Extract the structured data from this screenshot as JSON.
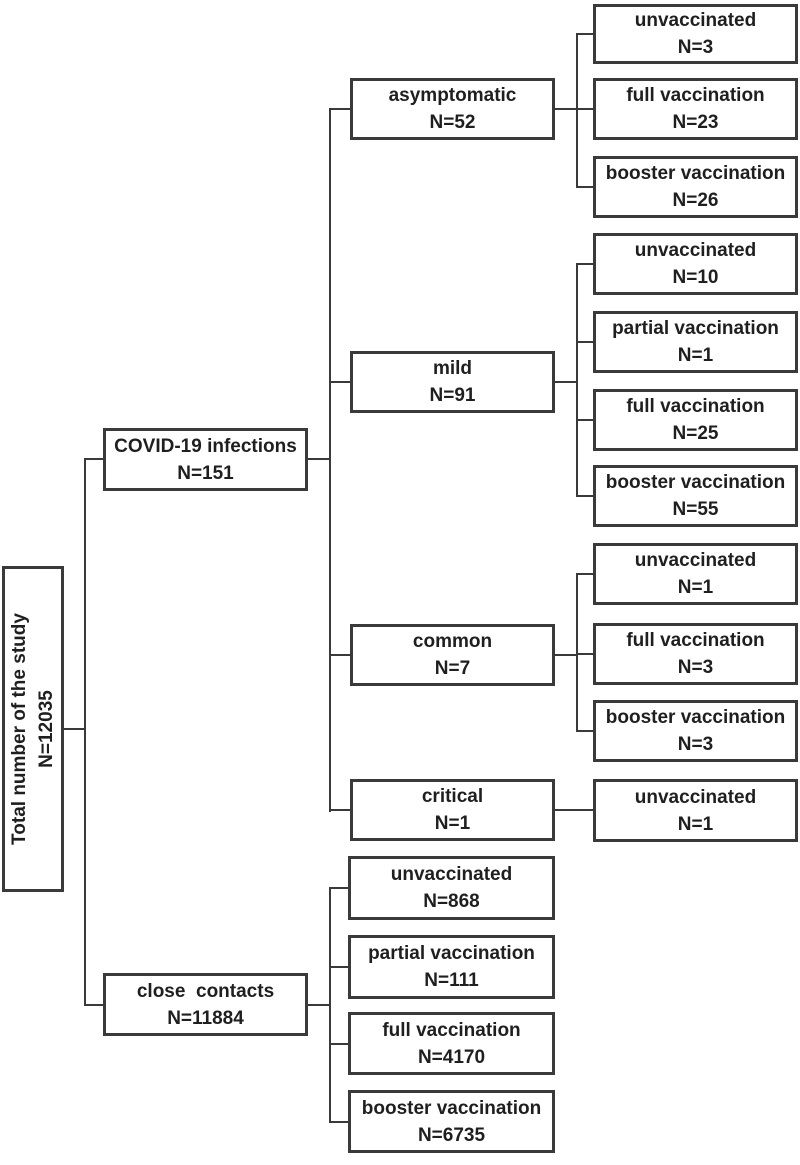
{
  "colors": {
    "box_border": "#3a3a3a",
    "connector_line": "#3a3a3a",
    "text": "#1f1f1f",
    "background": "#ffffff"
  },
  "flowchart": {
    "root": {
      "label": "Total number of the study",
      "value": "N=12035"
    },
    "branches": [
      {
        "label": "COVID-19 infections",
        "value": "N=151",
        "children": [
          {
            "label": "asymptomatic",
            "value": "N=52",
            "children": [
              {
                "label": "unvaccinated",
                "value": "N=3"
              },
              {
                "label": "full vaccination",
                "value": "N=23"
              },
              {
                "label": "booster vaccination",
                "value": "N=26"
              }
            ]
          },
          {
            "label": "mild",
            "value": "N=91",
            "children": [
              {
                "label": "unvaccinated",
                "value": "N=10"
              },
              {
                "label": "partial vaccination",
                "value": "N=1"
              },
              {
                "label": "full vaccination",
                "value": "N=25"
              },
              {
                "label": "booster vaccination",
                "value": "N=55"
              }
            ]
          },
          {
            "label": "common",
            "value": "N=7",
            "children": [
              {
                "label": "unvaccinated",
                "value": "N=1"
              },
              {
                "label": "full vaccination",
                "value": "N=3"
              },
              {
                "label": "booster vaccination",
                "value": "N=3"
              }
            ]
          },
          {
            "label": "critical",
            "value": "N=1",
            "children": [
              {
                "label": "unvaccinated",
                "value": "N=1"
              }
            ]
          }
        ]
      },
      {
        "label": "close  contacts",
        "value": "N=11884",
        "children": [
          {
            "label": "unvaccinated",
            "value": "N=868"
          },
          {
            "label": "partial vaccination",
            "value": "N=111"
          },
          {
            "label": "full vaccination",
            "value": "N=4170"
          },
          {
            "label": "booster vaccination",
            "value": "N=6735"
          }
        ]
      }
    ]
  }
}
